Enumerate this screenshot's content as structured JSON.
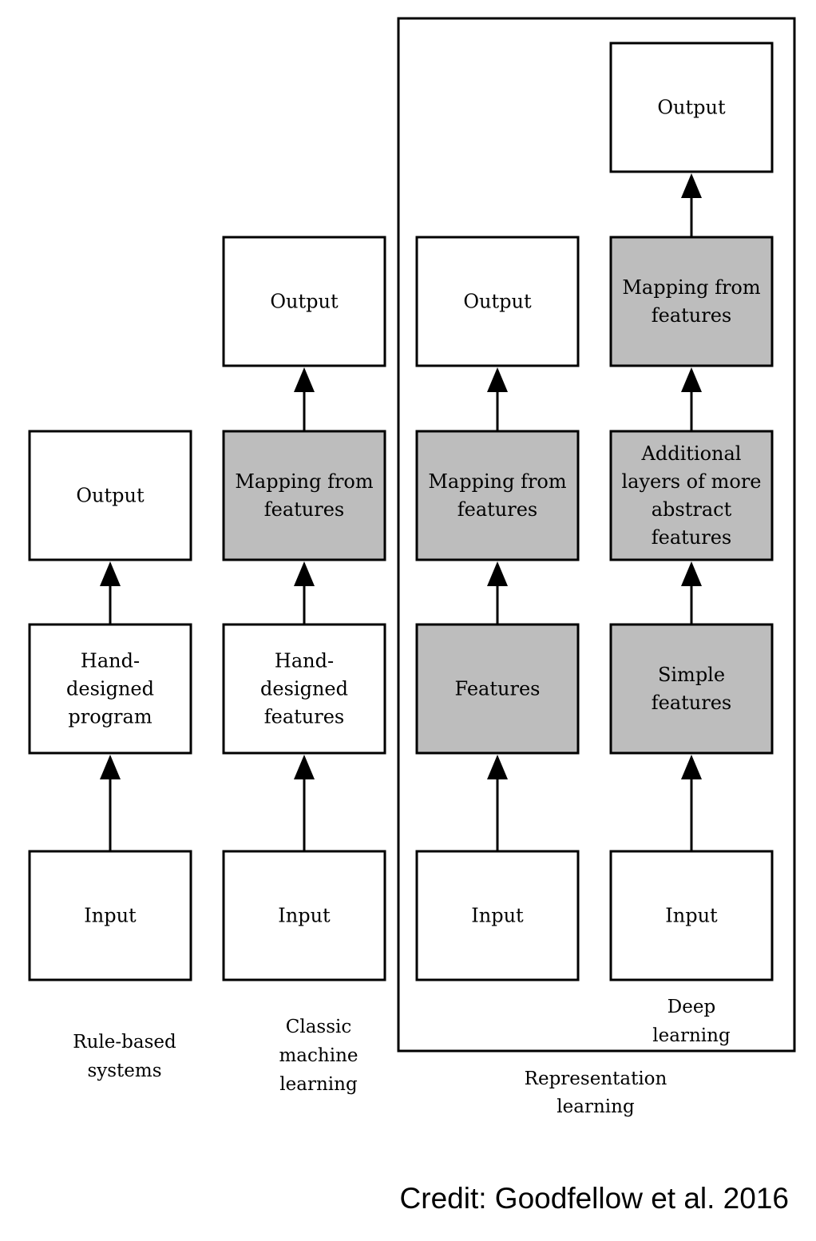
{
  "colors": {
    "stroke": "#000000",
    "plain_fill": "#ffffff",
    "learned_fill": "#bdbdbd"
  },
  "columns": [
    {
      "id": "rule-based",
      "boxes": [
        {
          "lines": [
            "Input"
          ],
          "learned": false
        },
        {
          "lines": [
            "Hand-",
            "designed",
            "program"
          ],
          "learned": false
        },
        {
          "lines": [
            "Output"
          ],
          "learned": false
        }
      ],
      "caption": [
        "Rule-based",
        "systems"
      ]
    },
    {
      "id": "classic-ml",
      "boxes": [
        {
          "lines": [
            "Input"
          ],
          "learned": false
        },
        {
          "lines": [
            "Hand-",
            "designed",
            "features"
          ],
          "learned": false
        },
        {
          "lines": [
            "Mapping from",
            "features"
          ],
          "learned": true
        },
        {
          "lines": [
            "Output"
          ],
          "learned": false
        }
      ],
      "caption": [
        "Classic",
        "machine",
        "learning"
      ]
    },
    {
      "id": "representation",
      "boxes": [
        {
          "lines": [
            "Input"
          ],
          "learned": false
        },
        {
          "lines": [
            "Features"
          ],
          "learned": true
        },
        {
          "lines": [
            "Mapping from",
            "features"
          ],
          "learned": true
        },
        {
          "lines": [
            "Output"
          ],
          "learned": false
        }
      ],
      "caption": []
    },
    {
      "id": "deep",
      "boxes": [
        {
          "lines": [
            "Input"
          ],
          "learned": false
        },
        {
          "lines": [
            "Simple",
            "features"
          ],
          "learned": true
        },
        {
          "lines": [
            "Additional",
            "layers of more",
            "abstract",
            "features"
          ],
          "learned": true
        },
        {
          "lines": [
            "Mapping from",
            "features"
          ],
          "learned": true
        },
        {
          "lines": [
            "Output"
          ],
          "learned": false
        }
      ],
      "caption": [
        "Deep",
        "learning"
      ]
    }
  ],
  "group_caption": [
    "Representation",
    "learning"
  ],
  "credit": "Credit: Goodfellow et al. 2016"
}
